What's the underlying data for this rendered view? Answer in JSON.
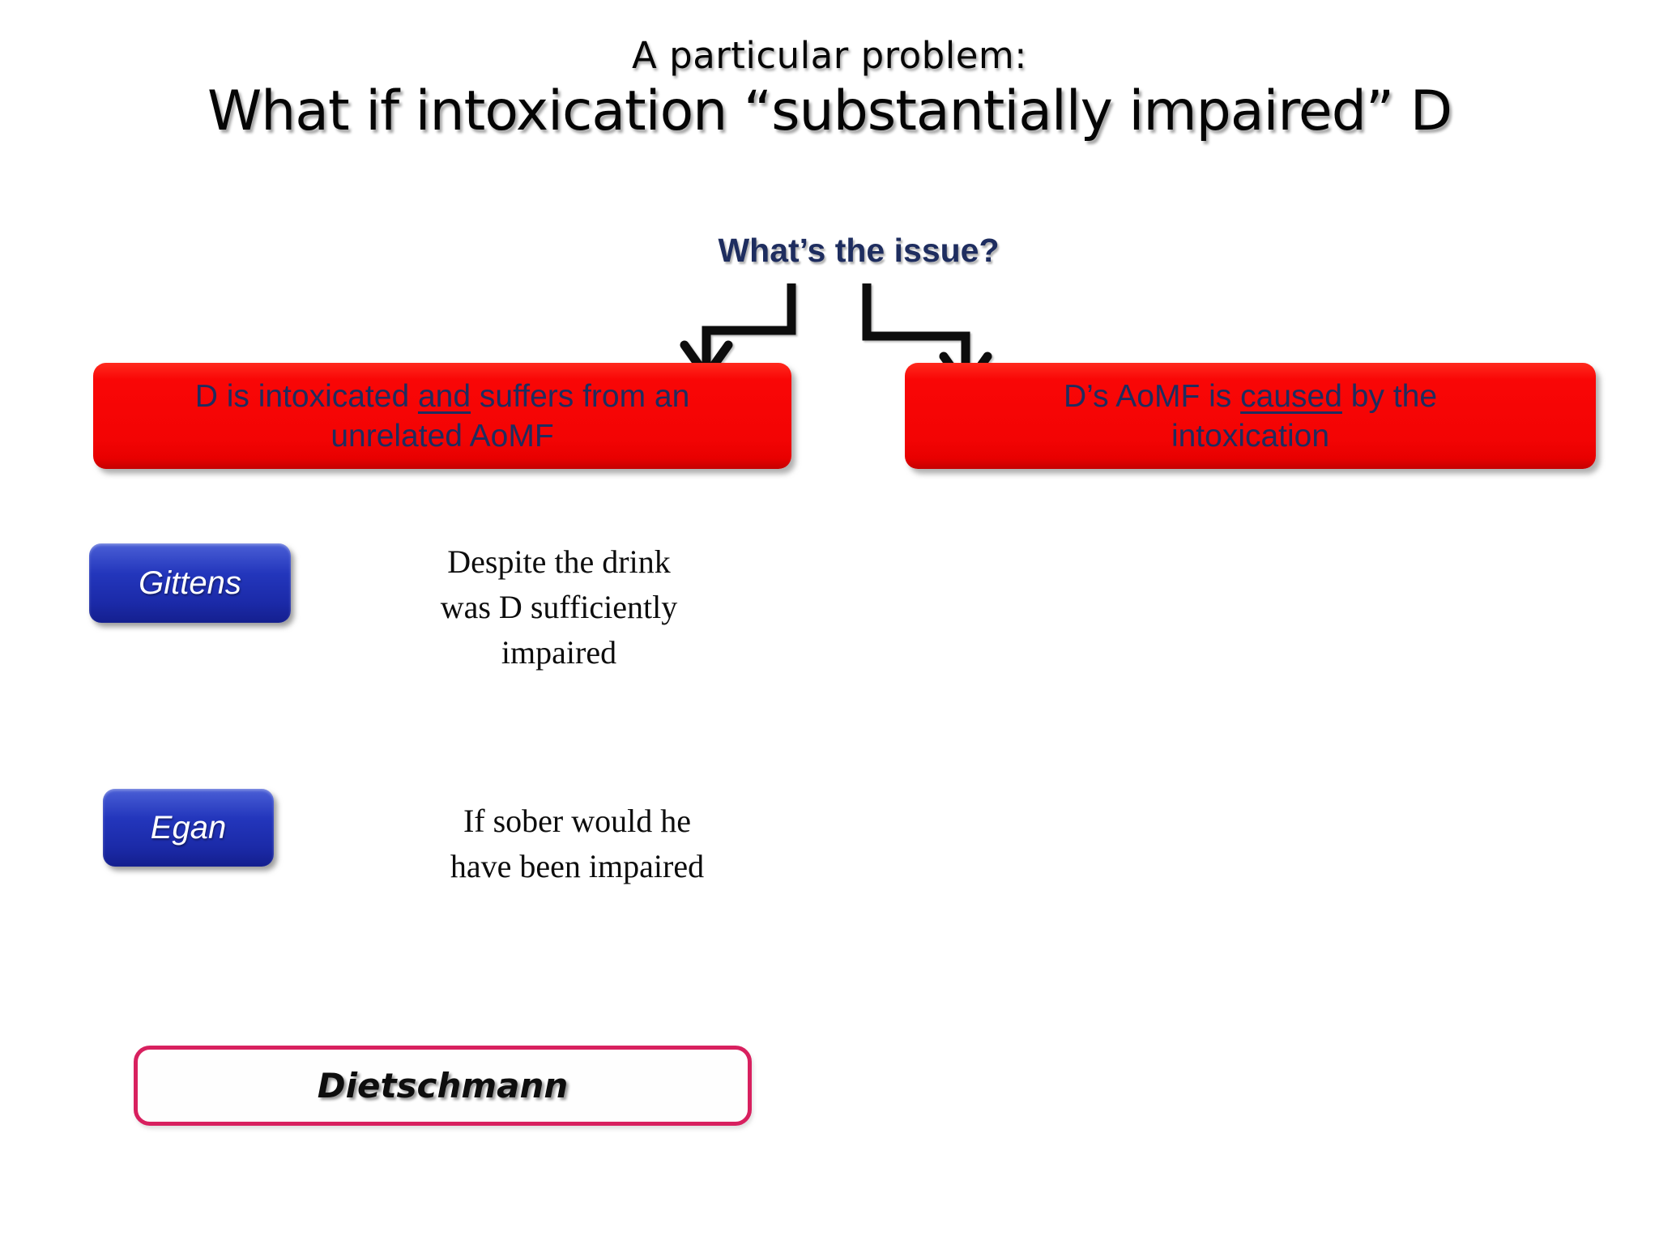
{
  "header": {
    "kicker": "A particular problem:",
    "title": "What if intoxication “substantially impaired” D"
  },
  "issue": {
    "label": "What’s the issue?"
  },
  "premises": {
    "left": {
      "before": "D is intoxicated",
      "underlined": "and",
      "after": "suffers from an",
      "line2": "unrelated AoMF"
    },
    "right": {
      "before": "D’s AoMF is",
      "underlined": "caused",
      "after": "by the",
      "line2": "intoxication"
    }
  },
  "cases": [
    {
      "label": "Gittens",
      "description": "Despite the drink\nwas D sufficiently\nimpaired"
    },
    {
      "label": "Egan",
      "description": "If sober would he\nhave been impaired"
    },
    {
      "label": "Dietschmann",
      "description": ""
    }
  ],
  "colors": {
    "red": "#f90606",
    "navy": "#1e2d5f",
    "blue-top": "#4a5fd6",
    "blue-bot": "#141f8e",
    "crimson": "#d8205f"
  }
}
